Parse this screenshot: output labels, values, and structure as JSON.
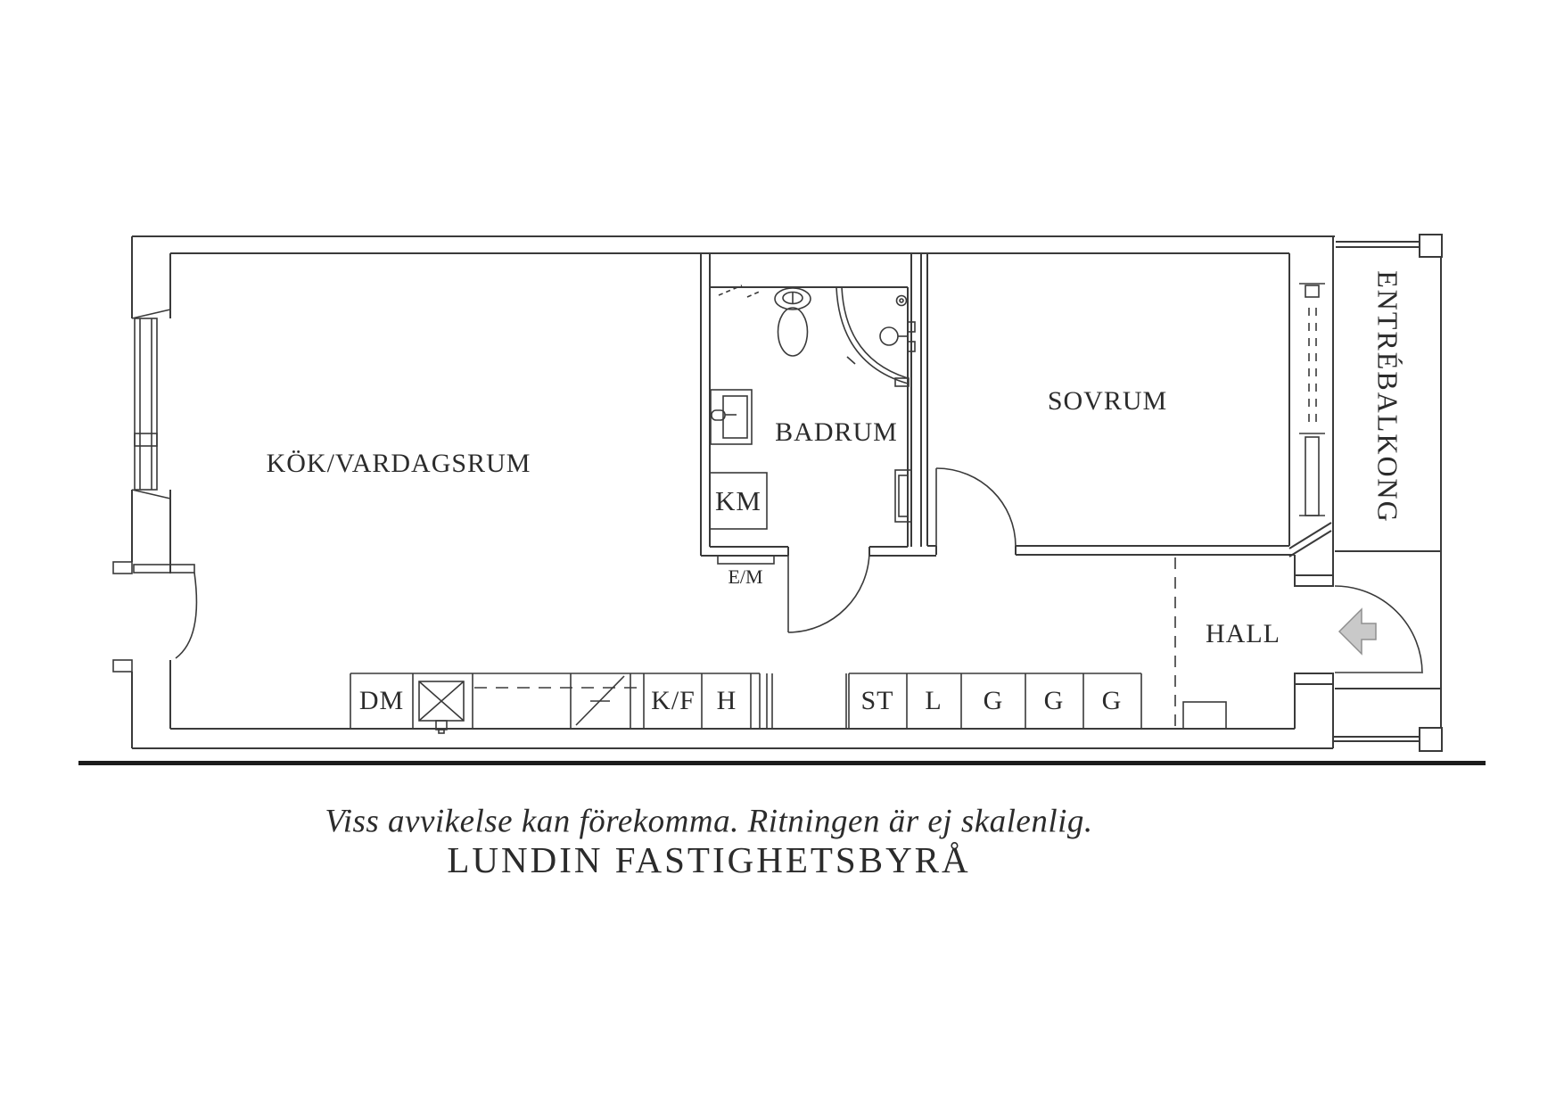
{
  "rooms": {
    "kitchen_living": "KÖK/VARDAGSRUM",
    "bathroom": "BADRUM",
    "bedroom": "SOVRUM",
    "hall": "HALL",
    "entry_balcony": "ENTRÉBALKONG"
  },
  "bathroom_fixtures": {
    "washing_machine": "KM",
    "electric_meter": "E/M"
  },
  "kitchen_row": {
    "dishwasher": "DM",
    "fridge_freezer": "K/F",
    "tall_cabinet": "H"
  },
  "hall_row": {
    "closet_st": "ST",
    "closet_l": "L",
    "wardrobe_g1": "G",
    "wardrobe_g2": "G",
    "wardrobe_g3": "G"
  },
  "footer": {
    "disclaimer": "Viss avvikelse kan förekomma. Ritningen är ej skalenlig.",
    "company": "LUNDIN FASTIGHETSBYRÅ"
  },
  "colors": {
    "line": "#3a3a3a",
    "text": "#2b2b2b",
    "arrow_fill": "#c9c9c9",
    "arrow_stroke": "#8f8f8f",
    "rule": "#1c1c1c",
    "background": "#ffffff"
  }
}
